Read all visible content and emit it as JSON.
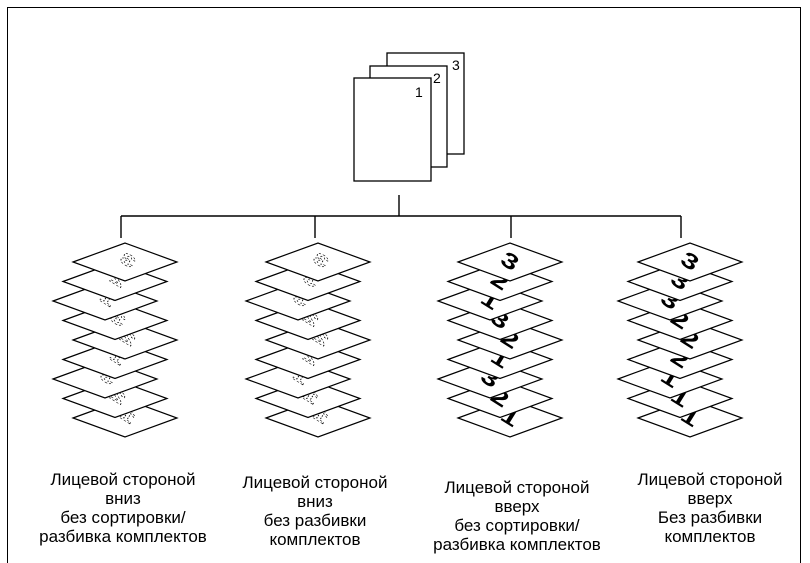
{
  "original": {
    "page_labels": [
      "1",
      "2",
      "3"
    ]
  },
  "columns": [
    {
      "id": "col1",
      "sheet_labels": [
        "3",
        "2",
        "1",
        "3",
        "2",
        "1",
        "3",
        "2",
        "1"
      ],
      "caption": [
        "Лицевой стороной",
        "вниз",
        "без сортировки/",
        "разбивка комплектов"
      ]
    },
    {
      "id": "col2",
      "sheet_labels": [
        "3",
        "3",
        "3",
        "2",
        "2",
        "2",
        "1",
        "1",
        "1"
      ],
      "caption": [
        "Лицевой стороной",
        "вниз",
        "без разбивки",
        "комплектов"
      ]
    },
    {
      "id": "col3",
      "sheet_labels": [
        "3",
        "2",
        "1",
        "3",
        "2",
        "1",
        "3",
        "2",
        "1"
      ],
      "caption": [
        "Лицевой стороной",
        "вверх",
        "без сортировки/",
        "разбивка комплектов"
      ]
    },
    {
      "id": "col4",
      "sheet_labels": [
        "3",
        "3",
        "3",
        "2",
        "2",
        "2",
        "1",
        "1",
        "1"
      ],
      "caption": [
        "Лицевой стороной",
        "вверх",
        "Без разбивки",
        "комплектов"
      ]
    }
  ],
  "colors": {
    "line": "#000000",
    "paper": "#ffffff"
  }
}
